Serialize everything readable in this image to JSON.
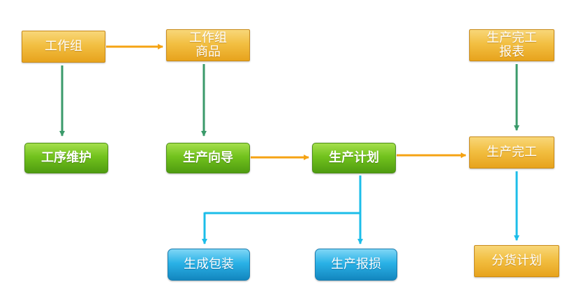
{
  "colors": {
    "arrow_orange": "#f5a313",
    "arrow_green": "#3a9a6a",
    "arrow_cyan": "#1bbde9",
    "node_orange": "#f2bf42",
    "node_green": "#72c21d",
    "node_blue": "#2ab2e6"
  },
  "nodes": {
    "work_group": {
      "lines": [
        "工作组"
      ]
    },
    "work_group_products": {
      "lines": [
        "工作组",
        "商品"
      ]
    },
    "completion_report": {
      "lines": [
        "生产完工",
        "报表"
      ]
    },
    "process_maintenance": {
      "lines": [
        "工序维护"
      ]
    },
    "production_wizard": {
      "lines": [
        "生产向导"
      ]
    },
    "production_plan": {
      "lines": [
        "生产计划"
      ]
    },
    "production_complete": {
      "lines": [
        "生产完工"
      ]
    },
    "production_packaging": {
      "lines": [
        "生成包装"
      ]
    },
    "production_scrap": {
      "lines": [
        "生产报损"
      ]
    },
    "goods_distribution": {
      "lines": [
        "分货计划"
      ]
    }
  }
}
